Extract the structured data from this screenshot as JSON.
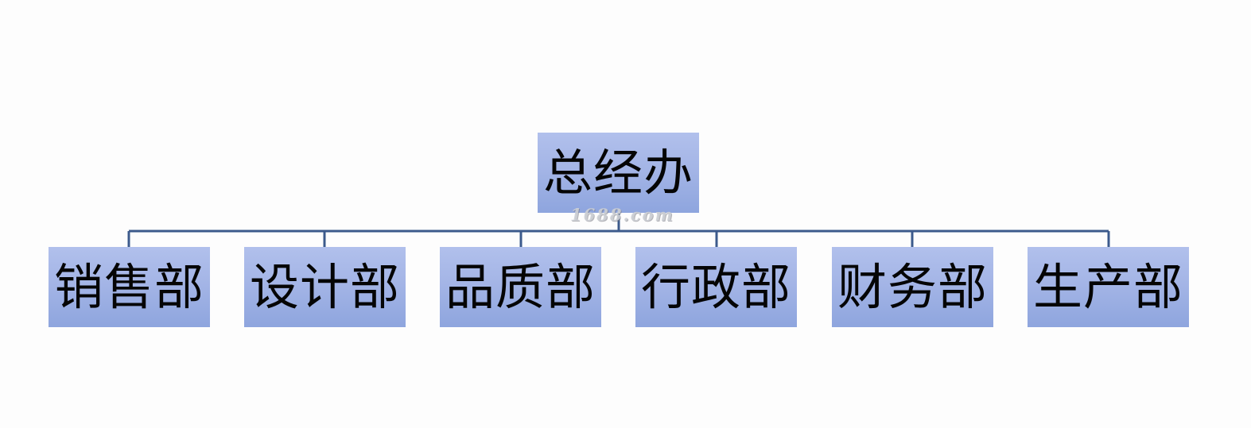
{
  "diagram": {
    "root": {
      "label": "总经办"
    },
    "children": [
      {
        "label": "销售部"
      },
      {
        "label": "设计部"
      },
      {
        "label": "品质部"
      },
      {
        "label": "行政部"
      },
      {
        "label": "财务部"
      },
      {
        "label": "生产部"
      }
    ],
    "colors": {
      "box_fill_top": "#b1c0ec",
      "box_fill_bottom": "#8ea5de",
      "connector": "#3c5a8c",
      "text": "#050505"
    }
  },
  "watermark": "1688.com"
}
